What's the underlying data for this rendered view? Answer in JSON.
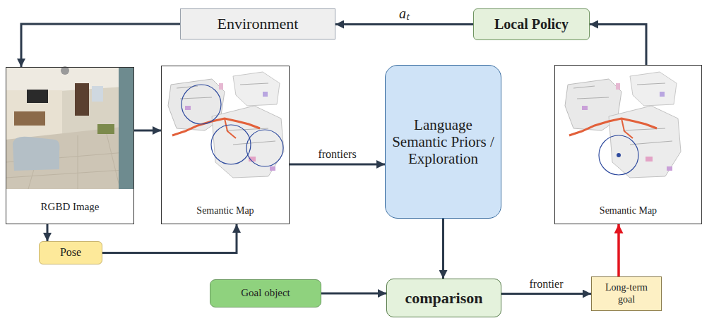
{
  "diagram": {
    "nodes": [
      {
        "text": [
          "Environment"
        ]
      },
      {
        "text": [
          "Local Policy"
        ]
      },
      {
        "text": [
          "RGBD Image"
        ]
      },
      {
        "text": [
          "Semantic Map"
        ]
      },
      {
        "text": [
          "Language Semantic Priors / Exploration"
        ]
      },
      {
        "text": [
          "Semantic Map"
        ]
      },
      {
        "text": [
          "Pose"
        ]
      },
      {
        "text": [
          "Goal object"
        ]
      },
      {
        "text": [
          "comparison"
        ]
      },
      {
        "text": [
          "Long-term goal"
        ]
      }
    ],
    "edges": [
      {
        "from": 1,
        "to": 0,
        "label": "aₜ",
        "arrow": "to"
      },
      {
        "from": 0,
        "to": 2,
        "arrow": "to"
      },
      {
        "from": 2,
        "to": 3,
        "arrow": "to"
      },
      {
        "from": 2,
        "to": 6,
        "arrow": "to"
      },
      {
        "from": 6,
        "to": 3,
        "arrow": "to"
      },
      {
        "from": 3,
        "to": 4,
        "label": "frontiers",
        "arrow": "to"
      },
      {
        "from": 4,
        "to": 8,
        "arrow": "to"
      },
      {
        "from": 7,
        "to": 8,
        "arrow": "to"
      },
      {
        "from": 8,
        "to": 9,
        "label": "frontier",
        "arrow": "to"
      },
      {
        "from": 9,
        "to": 5,
        "arrow": "to"
      },
      {
        "from": 5,
        "to": 1,
        "arrow": "to"
      }
    ]
  }
}
